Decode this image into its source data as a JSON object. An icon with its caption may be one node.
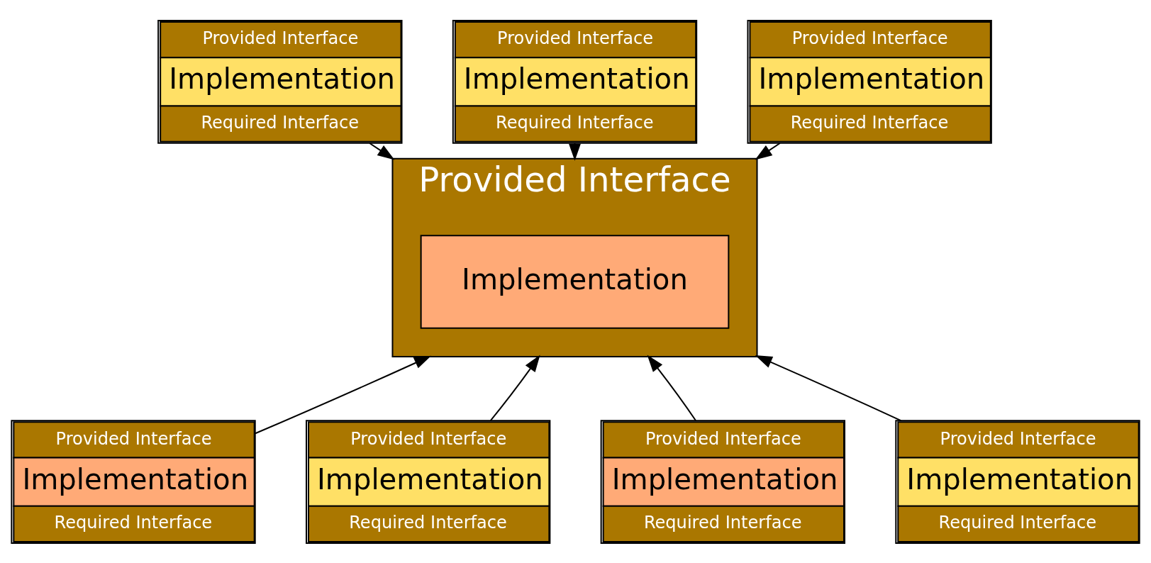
{
  "diagram": {
    "nodes": [
      {
        "text": [
          "Provided Interface",
          "Implementation",
          "Required Interface"
        ]
      },
      {
        "text": [
          "Provided Interface",
          "Implementation",
          "Required Interface"
        ]
      },
      {
        "text": [
          "Provided Interface",
          "Implementation",
          "Required Interface"
        ]
      },
      {
        "text": [
          "Provided Interface"
        ]
      },
      {
        "text": [
          "Implementation"
        ],
        "in": 3
      },
      {
        "text": [
          "Provided Interface",
          "Implementation",
          "Required Interface"
        ]
      },
      {
        "text": [
          "Provided Interface",
          "Implementation",
          "Required Interface"
        ]
      },
      {
        "text": [
          "Provided Interface",
          "Implementation",
          "Required Interface"
        ]
      },
      {
        "text": [
          "Provided Interface",
          "Implementation",
          "Required Interface"
        ]
      }
    ],
    "edges": [
      {
        "from": 0,
        "to": 3,
        "arrow": "to"
      },
      {
        "from": 1,
        "to": 3,
        "arrow": "to"
      },
      {
        "from": 2,
        "to": 3,
        "arrow": "to"
      },
      {
        "from": 5,
        "to": 3,
        "arrow": "to"
      },
      {
        "from": 6,
        "to": 3,
        "arrow": "to"
      },
      {
        "from": 7,
        "to": 3,
        "arrow": "to"
      },
      {
        "from": 8,
        "to": 3,
        "arrow": "to"
      }
    ]
  }
}
